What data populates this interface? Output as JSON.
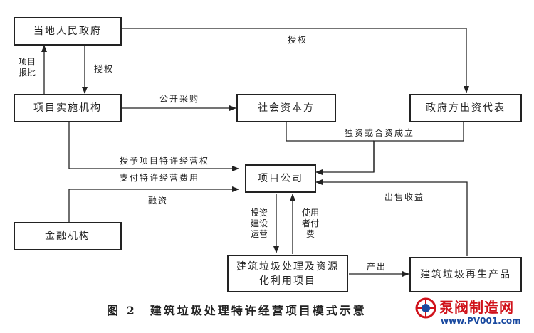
{
  "nodes": {
    "local_gov": "当地人民政府",
    "impl_agency": "项目实施机构",
    "social_capital": "社会资本方",
    "gov_rep": "政府方出资代表",
    "project_company": "项目公司",
    "financial_inst": "金融机构",
    "processing_line1": "建筑垃圾处理及资源",
    "processing_line2": "化利用项目",
    "recycled_products": "建筑垃圾再生产品"
  },
  "edges": {
    "authorize": "授权",
    "authorize_small": "授权",
    "project_report": "项目\n报批",
    "public_procure": "公开采购",
    "sole_or_jv": "独资或合资成立",
    "grant_rights": "授予项目特许经营权",
    "pay_fees": "支付特许经营费用",
    "financing": "融资",
    "invest_build_operate": "投资\n建设\n运营",
    "user_pays": "使用\n者付\n费",
    "sales_revenue": "出售收益",
    "output": "产出"
  },
  "caption": "图 2　建筑垃圾处理特许经营项目模式示意",
  "watermark": {
    "title": "泵阀制造网",
    "url": "www.PV001.com"
  },
  "colors": {
    "line": "#222222",
    "watermark_red": "#d0121b",
    "watermark_blue": "#1a4aa0"
  }
}
